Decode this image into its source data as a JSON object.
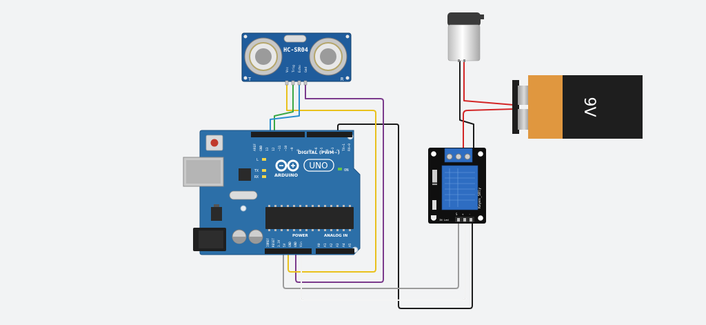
{
  "sensor": {
    "model": "HC-SR04",
    "pin_labels": [
      "Vcc",
      "Trig",
      "Echo",
      "Gnd"
    ],
    "mark_t": "T",
    "mark_r": "R"
  },
  "arduino": {
    "brand": "ARDUINO",
    "model": "UNO",
    "digital_header": "DIGITAL (PWM~)",
    "power_header": "POWER",
    "analog_header": "ANALOG IN",
    "led_on": "ON",
    "led_l": "L",
    "led_tx": "TX",
    "led_rx": "RX",
    "digital_pins": [
      "AREF",
      "GND",
      "13",
      "12",
      "~11",
      "~10",
      "~9",
      "8",
      "7",
      "~6",
      "~5",
      "4",
      "~3",
      "2",
      "TX→1",
      "RX←0"
    ],
    "power_pins": [
      "IOREF",
      "RESET",
      "3.3V",
      "5V",
      "GND",
      "GND",
      "Vin"
    ],
    "analog_pins": [
      "A0",
      "A1",
      "A2",
      "A3",
      "A4",
      "A5"
    ]
  },
  "relay": {
    "model": "Keyes_SRly",
    "pin_labels": [
      "S",
      "+",
      "-"
    ],
    "led_label": "IN Led"
  },
  "battery": {
    "label": "9V"
  },
  "colors": {
    "background": "#f2f3f4",
    "board_blue": "#2c6fa8",
    "sensor_blue": "#1f5c9c",
    "wire_black": "#1b1b1b",
    "wire_red": "#d32626",
    "wire_purple": "#7b3a8c",
    "wire_yellow": "#e9c11c",
    "wire_gray": "#9a9a9a",
    "wire_green": "#3aa845",
    "wire_blue": "#2a8fd0",
    "battery_orange": "#e0973f"
  }
}
